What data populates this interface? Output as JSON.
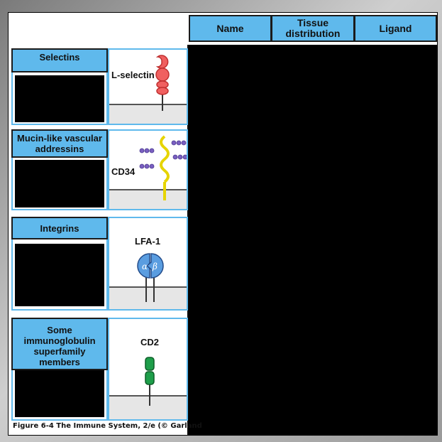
{
  "header": {
    "name": "Name",
    "tissue_distribution": "Tissue distribution",
    "ligand": "Ligand"
  },
  "rows": [
    {
      "category": "Selectins",
      "molecule": "L-selectin"
    },
    {
      "category": "Mucin-like vascular addressins",
      "molecule": "CD34"
    },
    {
      "category": "Integrins",
      "molecule": "LFA-1",
      "subunits": [
        "α",
        "β"
      ]
    },
    {
      "category": "Some immunoglobulin superfamily members",
      "molecule": "CD2"
    }
  ],
  "caption": "Figure 6-4  The Immune System, 2/e (© Garland"
}
